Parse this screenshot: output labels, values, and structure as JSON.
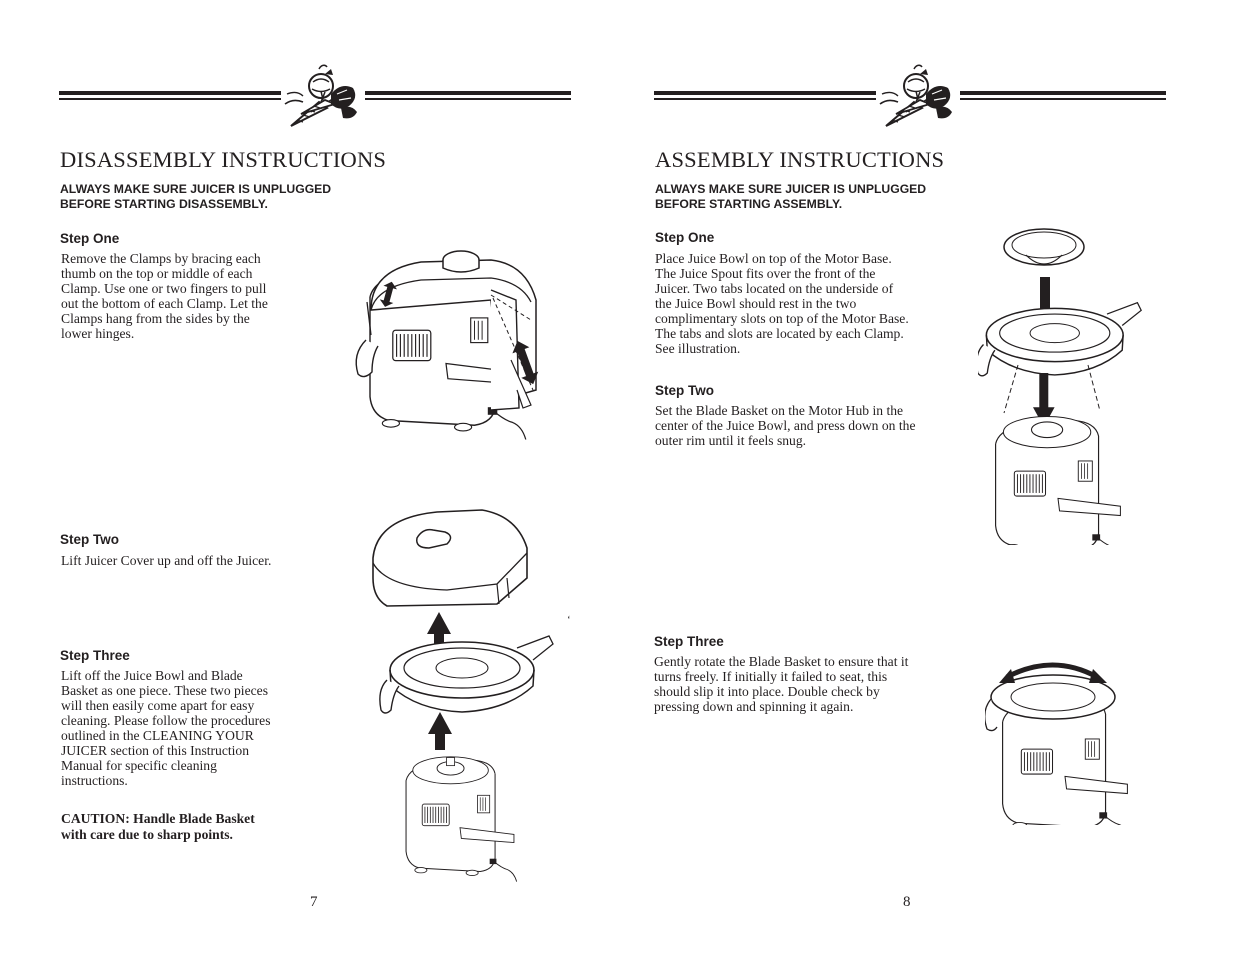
{
  "left_page": {
    "title": "DISASSEMBLY INSTRUCTIONS",
    "warning_line1": "ALWAYS MAKE SURE JUICER IS UNPLUGGED",
    "warning_line2": "BEFORE STARTING DISASSEMBLY.",
    "steps": [
      {
        "heading": "Step One",
        "lines": [
          "Remove the Clamps by bracing each",
          "thumb on the top or middle of each",
          "Clamp. Use one or two fingers to pull",
          "out the bottom of each Clamp. Let the",
          "Clamps hang from the sides by the",
          "lower hinges."
        ]
      },
      {
        "heading": "Step Two",
        "lines": [
          "Lift Juicer Cover up and off the Juicer."
        ]
      },
      {
        "heading": "Step Three",
        "lines": [
          "Lift off the Juice Bowl and Blade",
          "Basket as one piece. These two pieces",
          "will then easily come apart for easy",
          "cleaning. Please follow the procedures",
          "outlined in the CLEANING YOUR",
          "JUICER section of this Instruction",
          "Manual for specific cleaning",
          "instructions."
        ]
      }
    ],
    "caution_line1": "CAUTION: Handle Blade Basket",
    "caution_line2": "with care due to sharp points.",
    "stray_mark": "‘",
    "page_number": "7"
  },
  "right_page": {
    "title": "ASSEMBLY INSTRUCTIONS",
    "warning_line1": "ALWAYS MAKE SURE JUICER IS UNPLUGGED",
    "warning_line2": "BEFORE STARTING ASSEMBLY.",
    "steps": [
      {
        "heading": "Step One",
        "lines": [
          "Place Juice Bowl on top of the Motor Base.",
          "The Juice Spout fits over the front of the",
          "Juicer.  Two tabs located on the underside of",
          "the Juice Bowl should rest in the two",
          "complimentary slots on top of the Motor Base.",
          "The tabs and slots are located by each Clamp.",
          "See illustration."
        ]
      },
      {
        "heading": "Step Two",
        "lines": [
          "Set the Blade Basket on the Motor Hub in the",
          "center of the Juice Bowl, and press down on the",
          "outer rim until it feels snug."
        ]
      },
      {
        "heading": "Step Three",
        "lines": [
          "Gently rotate the Blade Basket to ensure that it",
          "turns freely. If initially it failed to seat, this",
          "should slip it into place. Double check by",
          "pressing down and spinning it again."
        ]
      }
    ],
    "page_number": "8"
  },
  "icons": {
    "header_ornament": "fruit-and-vegetable-ornament-icon",
    "figures": [
      "juicer-clamps-illustration",
      "juicer-cover-lift-illustration",
      "juice-bowl-lift-illustration",
      "juice-bowl-placement-illustration",
      "blade-basket-rotate-illustration"
    ]
  },
  "colors": {
    "ink": "#231f20",
    "paper": "#ffffff"
  }
}
